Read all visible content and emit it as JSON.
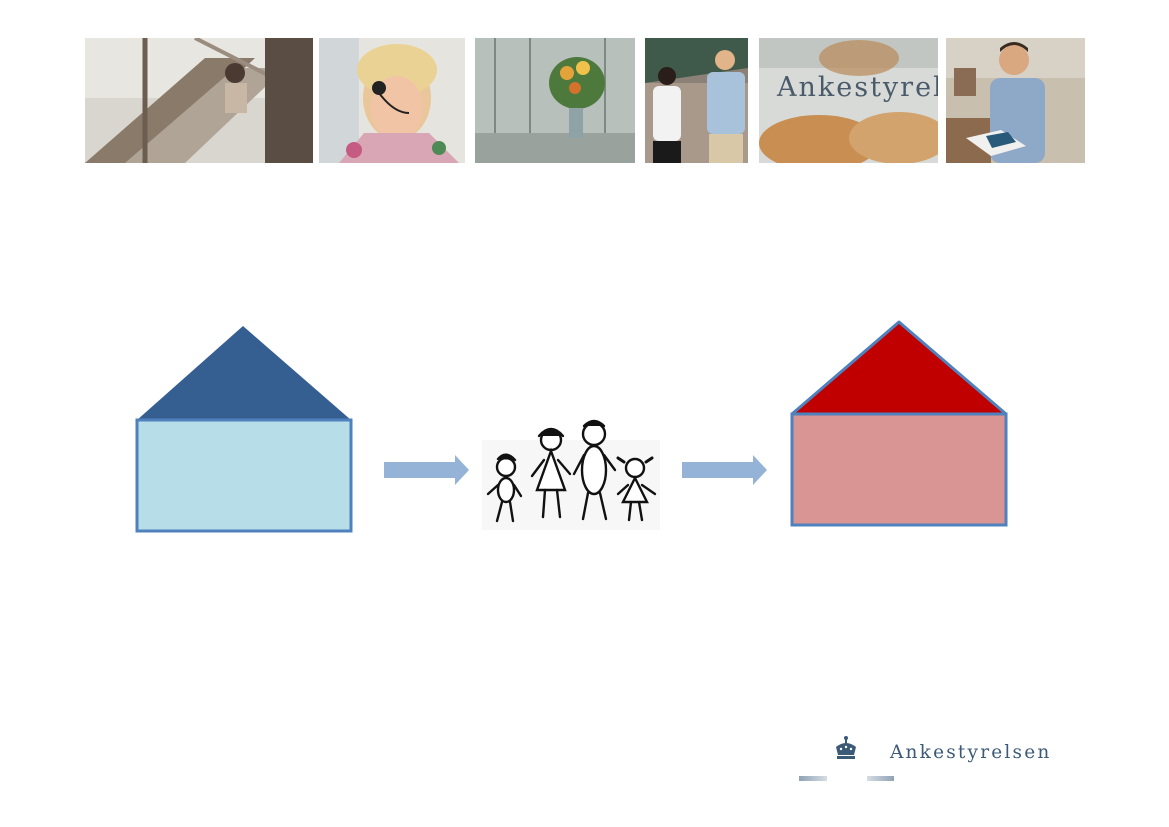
{
  "header": {
    "photos": [
      {
        "name": "photo-stairs",
        "alt": "Staircase"
      },
      {
        "name": "photo-headset",
        "alt": "Woman with headset"
      },
      {
        "name": "photo-lobby",
        "alt": "Lobby with flowers"
      },
      {
        "name": "photo-colleagues",
        "alt": "Two colleagues walking"
      },
      {
        "name": "photo-glass-sign",
        "alt": "Glass door sign",
        "caption": "Ankestyrelsen"
      },
      {
        "name": "photo-reading",
        "alt": "Man reading"
      }
    ]
  },
  "diagram": {
    "left_house": {
      "roof_color": "#355f91",
      "wall_color": "#b7dde8",
      "border_color": "#4f81bd"
    },
    "right_house": {
      "roof_color": "#c00000",
      "wall_color": "#d99594",
      "border_color": "#4f81bd"
    },
    "arrow_color": "#95b3d7",
    "family_icon": "family-stick-figures-icon"
  },
  "footer": {
    "logo_text": "Ankestyrelsen",
    "crown_icon": "crown-icon",
    "brand_color": "#3b5a78"
  }
}
